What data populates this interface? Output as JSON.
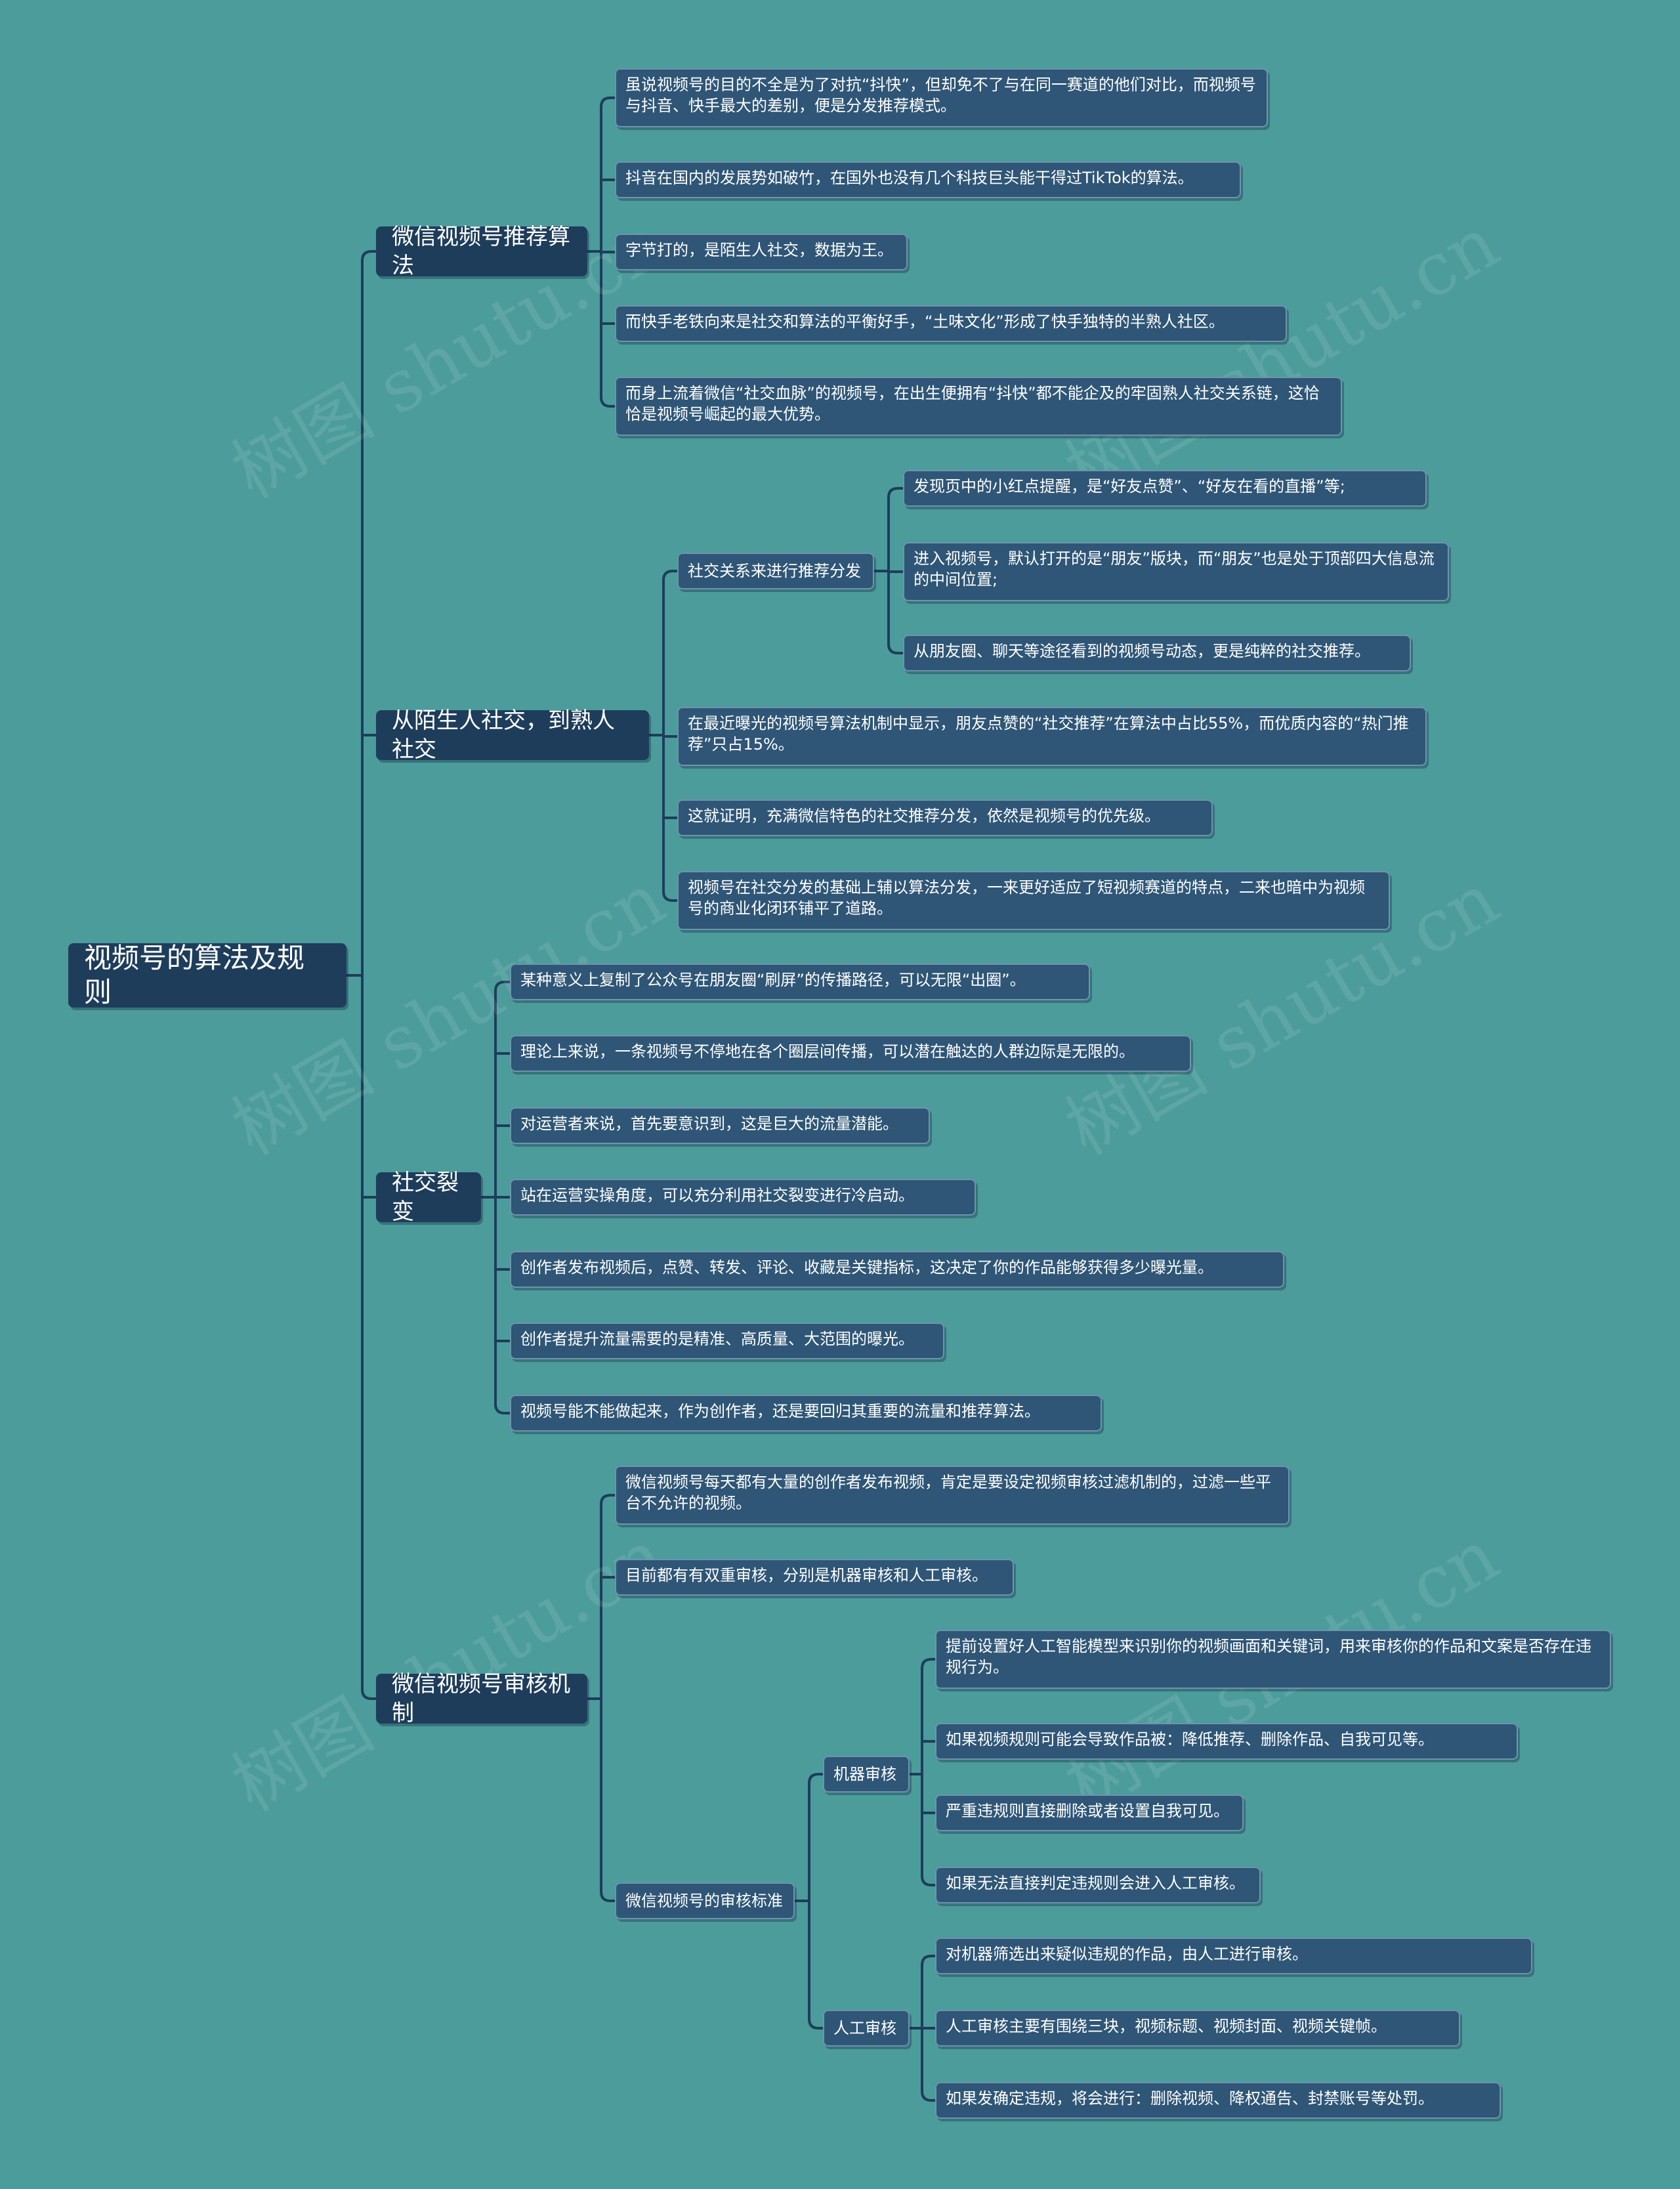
{
  "watermark": "树图 shutu.cn",
  "colors": {
    "background": "#4b9c9b",
    "node_fill": "#2f5676",
    "main_node_fill": "#1e3d5b",
    "connector": "#1e3d5b"
  },
  "root": {
    "label": "视频号的算法及规则"
  },
  "branches": [
    {
      "label": "微信视频号推荐算法",
      "children": [
        "虽说视频号的目的不全是为了对抗“抖快”，但却免不了与在同一赛道的他们对比，而视频号与抖音、快手最大的差别，便是分发推荐模式。",
        "抖音在国内的发展势如破竹，在国外也没有几个科技巨头能干得过TikTok的算法。",
        "字节打的，是陌生人社交，数据为王。",
        "而快手老铁向来是社交和算法的平衡好手，“土味文化”形成了快手独特的半熟人社区。",
        "而身上流着微信“社交血脉”的视频号，在出生便拥有“抖快”都不能企及的牢固熟人社交关系链，这恰恰是视频号崛起的最大优势。"
      ]
    },
    {
      "label": "从陌生人社交，到熟人社交",
      "sub": {
        "label": "社交关系来进行推荐分发",
        "children": [
          "发现页中的小红点提醒，是“好友点赞”、“好友在看的直播”等;",
          "进入视频号，默认打开的是“朋友”版块，而“朋友”也是处于顶部四大信息流的中间位置;",
          "从朋友圈、聊天等途径看到的视频号动态，更是纯粹的社交推荐。"
        ]
      },
      "children": [
        "在最近曝光的视频号算法机制中显示，朋友点赞的“社交推荐”在算法中占比55%，而优质内容的“热门推荐”只占15%。",
        "这就证明，充满微信特色的社交推荐分发，依然是视频号的优先级。",
        "视频号在社交分发的基础上辅以算法分发，一来更好适应了短视频赛道的特点，二来也暗中为视频号的商业化闭环铺平了道路。"
      ]
    },
    {
      "label": "社交裂变",
      "children": [
        "某种意义上复制了公众号在朋友圈“刷屏”的传播路径，可以无限“出圈”。",
        "理论上来说，一条视频号不停地在各个圈层间传播，可以潜在触达的人群边际是无限的。",
        "对运营者来说，首先要意识到，这是巨大的流量潜能。",
        "站在运营实操角度，可以充分利用社交裂变进行冷启动。",
        "创作者发布视频后，点赞、转发、评论、收藏是关键指标，这决定了你的作品能够获得多少曝光量。",
        "创作者提升流量需要的是精准、高质量、大范围的曝光。",
        "视频号能不能做起来，作为创作者，还是要回归其重要的流量和推荐算法。"
      ]
    },
    {
      "label": "微信视频号审核机制",
      "children": [
        "微信视频号每天都有大量的创作者发布视频，肯定是要设定视频审核过滤机制的，过滤一些平台不允许的视频。",
        "目前都有有双重审核，分别是机器审核和人工审核。"
      ],
      "standard": {
        "label": "微信视频号的审核标准",
        "machine": {
          "label": "机器审核",
          "children": [
            "提前设置好人工智能模型来识别你的视频画面和关键词，用来审核你的作品和文案是否存在违规行为。",
            "如果视频规则可能会导致作品被：降低推荐、删除作品、自我可见等。",
            "严重违规则直接删除或者设置自我可见。",
            "如果无法直接判定违规则会进入人工审核。"
          ]
        },
        "human": {
          "label": "人工审核",
          "children": [
            "对机器筛选出来疑似违规的作品，由人工进行审核。",
            "人工审核主要有围绕三块，视频标题、视频封面、视频关键帧。",
            "如果发确定违规，将会进行：删除视频、降权通告、封禁账号等处罚。"
          ]
        }
      }
    }
  ]
}
